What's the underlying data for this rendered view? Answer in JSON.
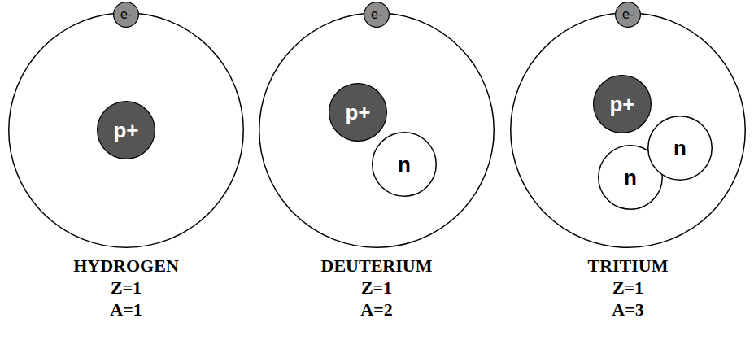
{
  "diagram": {
    "nodes": [
      {
        "text": [
          "HYDROGEN",
          "Z=1",
          "A=1"
        ]
      },
      {
        "text": [
          "e-"
        ],
        "in": 0
      },
      {
        "text": [
          "p+"
        ],
        "in": 0
      },
      {
        "text": [
          "DEUTERIUM",
          "Z=1",
          "A=2"
        ]
      },
      {
        "text": [
          "e-"
        ],
        "in": 3
      },
      {
        "text": [
          "p+"
        ],
        "in": 3
      },
      {
        "text": [
          "n"
        ],
        "in": 3
      },
      {
        "text": [
          "TRITIUM",
          "Z=1",
          "A=3"
        ]
      },
      {
        "text": [
          "e-"
        ],
        "in": 7
      },
      {
        "text": [
          "p+"
        ],
        "in": 7
      },
      {
        "text": [
          "n"
        ],
        "in": 7
      },
      {
        "text": [
          "n"
        ],
        "in": 7
      }
    ]
  }
}
